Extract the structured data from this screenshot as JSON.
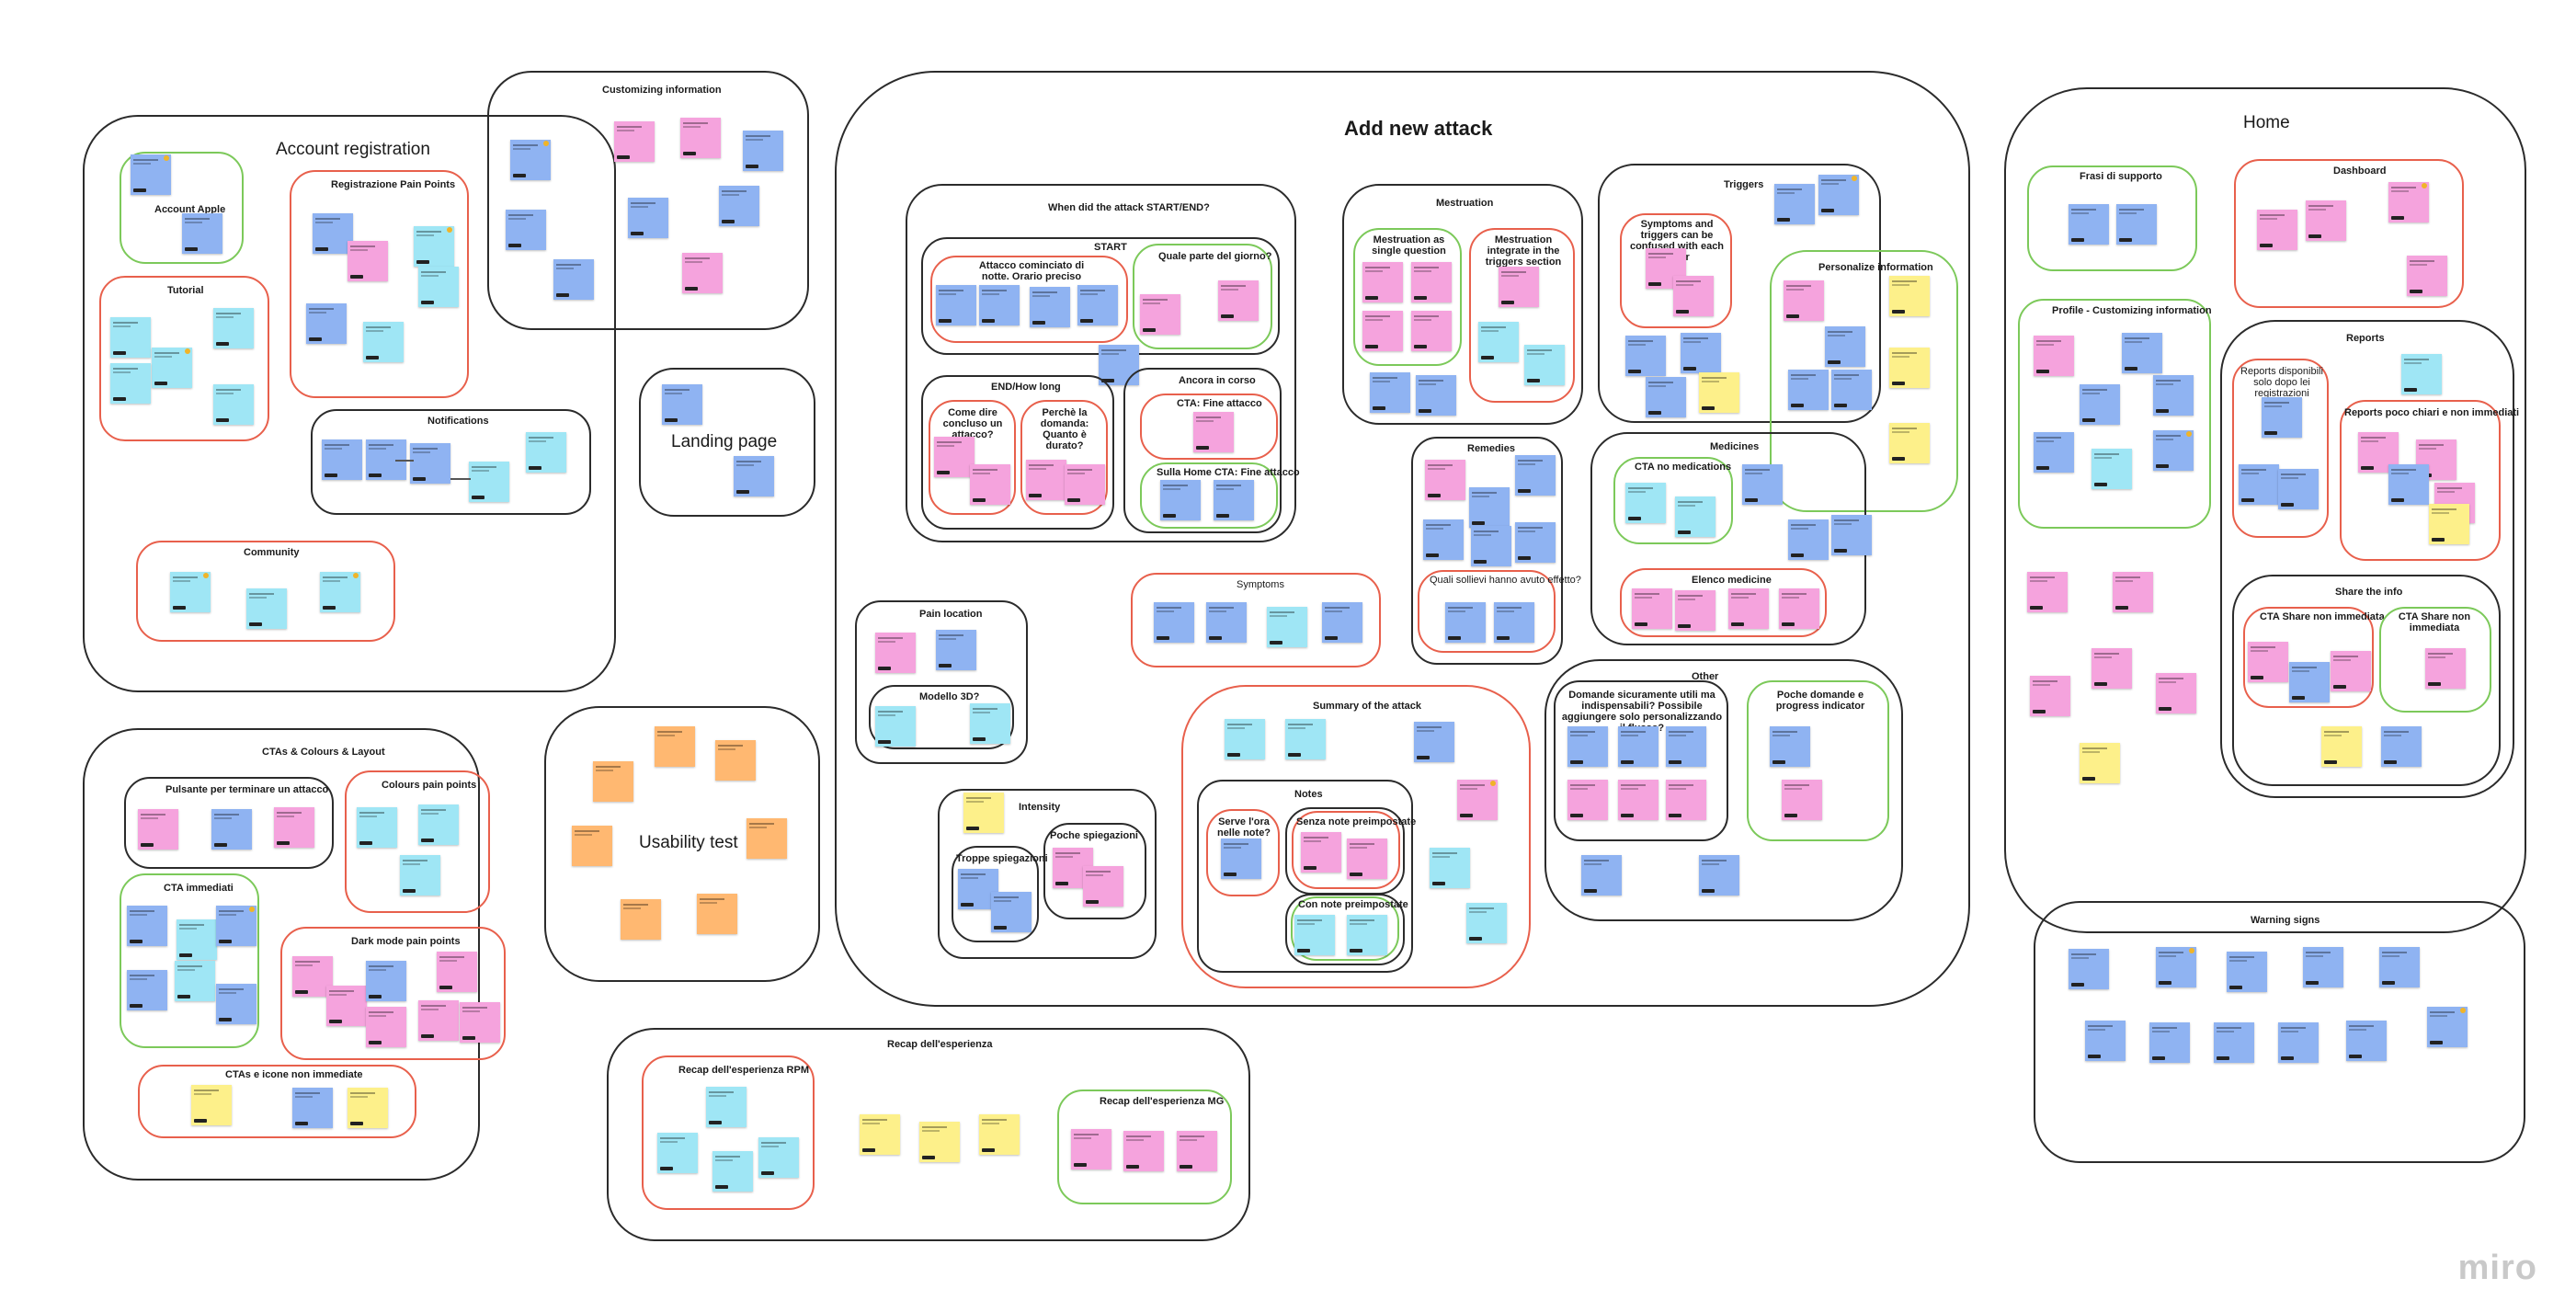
{
  "brand": "miro",
  "colors": {
    "blue": "#8fb3f2",
    "pink": "#f5a3dd",
    "cyan": "#9fe6f5",
    "yellow": "#fdf08a",
    "orange": "#ffb871",
    "green_frame": "#7cc95a",
    "red_frame": "#e8604c"
  },
  "frames": {
    "account_registration": "Account registration",
    "account_apple": "Account Apple",
    "registrazione_pain_points": "Registrazione Pain Points",
    "tutorial": "Tutorial",
    "notifications": "Notifications",
    "community": "Community",
    "customizing_information": "Customizing information",
    "landing_page": "Landing page",
    "ctas_colours_layout": "CTAs & Colours & Layout",
    "pulsante_terminare": "Pulsante per terminare un attacco",
    "colours_pain_points": "Colours pain points",
    "cta_immediati": "CTA immediati",
    "dark_mode_pain_points": "Dark mode pain points",
    "ctas_icone_non_immediate": "CTAs e icone non immediate",
    "usability_test": "Usability test",
    "recap_esperienza": "Recap dell'esperienza",
    "recap_rpm": "Recap dell'esperienza RPM",
    "recap_mg": "Recap dell'esperienza MG",
    "add_new_attack": "Add new attack",
    "when_attack": "When did the attack START/END?",
    "start": "START",
    "attacco_notte": "Attacco cominciato di notte. Orario preciso",
    "quale_parte": "Quale parte del giorno?",
    "end_how_long": "END/How long",
    "come_dire": "Come dire concluso un attacco?",
    "perche_domanda": "Perchè la domanda: Quanto è durato?",
    "ancora_in_corso": "Ancora in corso",
    "cta_fine_attacco": "CTA: Fine attacco",
    "sulla_home_cta": "Sulla Home CTA: Fine attacco",
    "mestruation": "Mestruation",
    "mestruation_single": "Mestruation as single question",
    "mestruation_integrate": "Mestruation integrate in the triggers section",
    "triggers": "Triggers",
    "symptoms_triggers": "Symptoms and triggers can be confused with each other",
    "personalize_information": "Personalize information",
    "remedies": "Remedies",
    "quali_sollievi": "Quali sollievi hanno avuto effetto?",
    "medicines": "Medicines",
    "cta_no_medications": "CTA no medications",
    "elenco_medicine": "Elenco medicine",
    "symptoms": "Symptoms",
    "pain_location": "Pain location",
    "modello_3d": "Modello 3D?",
    "intensity": "Intensity",
    "troppe_spiegazioni": "Troppe spiegazioni",
    "poche_spiegazioni": "Poche spiegazioni",
    "summary_attack": "Summary of the attack",
    "notes": "Notes",
    "serve_ora": "Serve l'ora nelle note?",
    "senza_note": "Senza note preimpostate",
    "con_note": "Con note preimpostate",
    "other": "Other",
    "domande_sicuramente": "Domande sicuramente utili ma indispensabili? Possibile aggiungere solo personalizzando il flusso?",
    "poche_domande": "Poche domande e progress indicator",
    "home": "Home",
    "frasi_supporto": "Frasi di supporto",
    "dashboard": "Dashboard",
    "profile_customizing": "Profile - Customizing information",
    "reports": "Reports",
    "reports_disponibili": "Reports disponibili solo dopo lei registrazioni",
    "reports_poco_chiari": "Reports poco chiari e non immediati",
    "share_info": "Share the info",
    "cta_share_1": "CTA Share non immediata",
    "cta_share_2": "CTA Share non immediata",
    "warning_signs": "Warning signs"
  }
}
